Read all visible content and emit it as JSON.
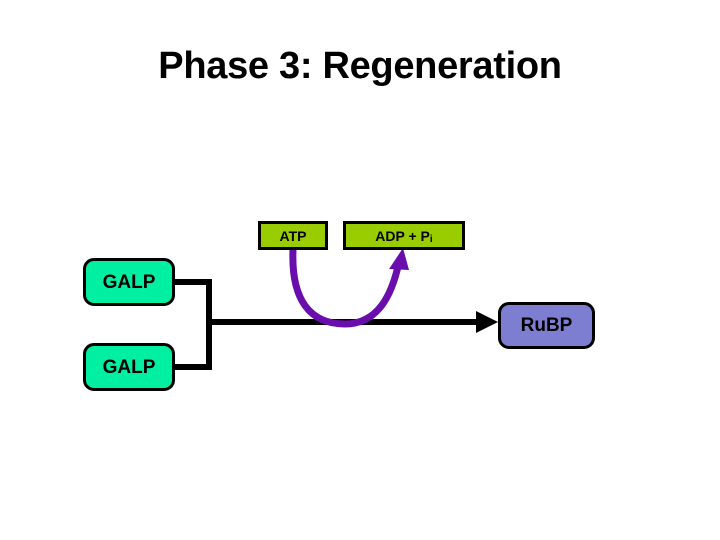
{
  "slide": {
    "title": "Phase 3: Regeneration",
    "background_color": "#ffffff"
  },
  "diagram": {
    "type": "pathway-diagram",
    "nodes": [
      {
        "id": "galp-1",
        "label": "GALP",
        "shape": "rounded-rectangle",
        "fill_color": "#00EFA0",
        "border_color": "#000000"
      },
      {
        "id": "galp-2",
        "label": "GALP",
        "shape": "rounded-rectangle",
        "fill_color": "#00EFA0",
        "border_color": "#000000"
      },
      {
        "id": "rubp",
        "label": "RuBP",
        "shape": "rounded-rectangle",
        "fill_color": "#7D7DD2",
        "border_color": "#000000"
      },
      {
        "id": "atp",
        "label": "ATP",
        "shape": "rectangle",
        "fill_color": "#9ACD00",
        "border_color": "#000000"
      },
      {
        "id": "adp",
        "label_main": "ADP + P",
        "label_subscript": "i",
        "shape": "rectangle",
        "fill_color": "#9ACD00",
        "border_color": "#000000"
      }
    ],
    "arrows": [
      {
        "id": "galp-to-rubp",
        "from": "galp-1 + galp-2",
        "to": "rubp",
        "color": "#000000",
        "style": "bracket-then-straight-arrow"
      },
      {
        "id": "atp-to-adp",
        "from": "atp",
        "to": "adp",
        "color": "#6A0DAD",
        "style": "curved-u-arrow"
      }
    ]
  }
}
